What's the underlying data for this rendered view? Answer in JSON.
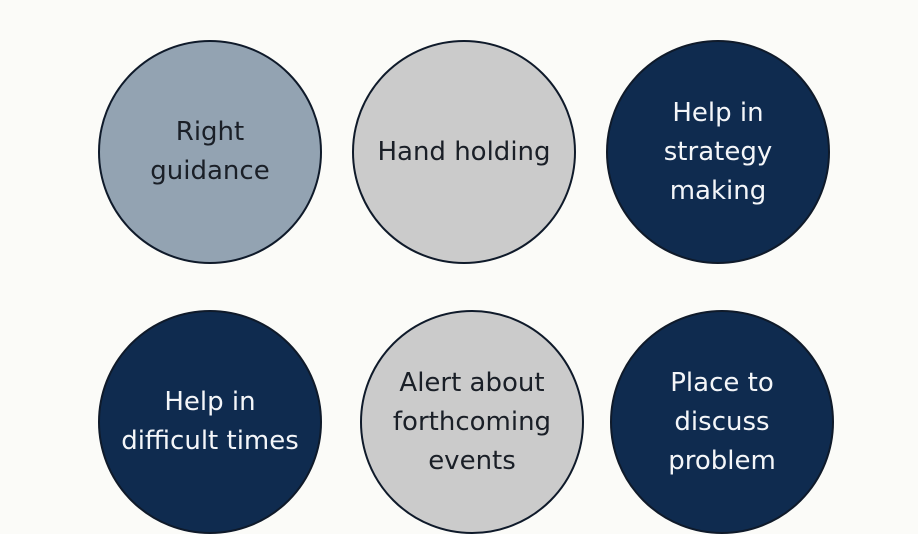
{
  "colors": {
    "gray_blue": "#93a3b2",
    "light_gray": "#cbcbcb",
    "navy": "#0f2b4f",
    "background": "#fbfbf8"
  },
  "circles": [
    {
      "label": "Right\nguidance",
      "color": "gray_blue"
    },
    {
      "label": "Hand holding",
      "color": "light_gray"
    },
    {
      "label": "Help in\nstrategy\nmaking",
      "color": "navy"
    },
    {
      "label": "Help in\ndifficult times",
      "color": "navy"
    },
    {
      "label": "Alert about\nforthcoming\nevents",
      "color": "light_gray"
    },
    {
      "label": "Place to\ndiscuss\nproblem",
      "color": "navy"
    }
  ]
}
